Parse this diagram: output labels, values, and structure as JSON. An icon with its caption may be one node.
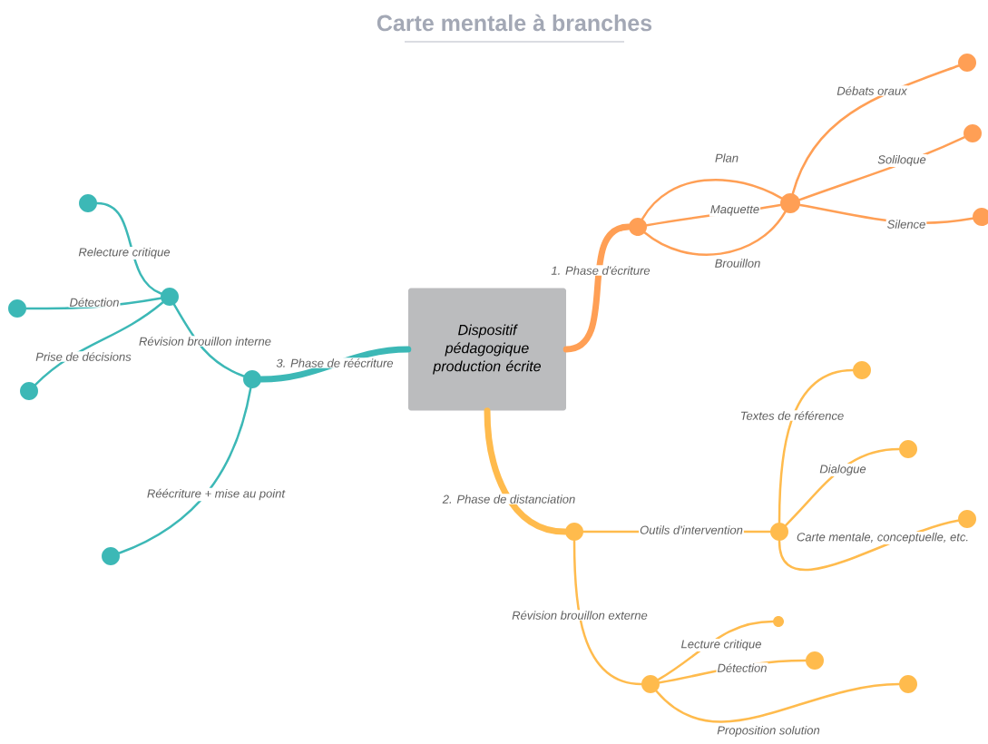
{
  "diagram": {
    "title": "Carte mentale à branches",
    "nodes": [
      {
        "text": [
          "Dispositif pédagogique production écrite"
        ]
      },
      {
        "text": [],
        "shape": "circle"
      },
      {
        "text": [],
        "shape": "circle"
      },
      {
        "text": [],
        "shape": "circle"
      },
      {
        "text": [],
        "shape": "circle"
      },
      {
        "text": [],
        "shape": "circle"
      },
      {
        "text": [],
        "shape": "circle"
      },
      {
        "text": [],
        "shape": "circle"
      },
      {
        "text": [],
        "shape": "circle"
      },
      {
        "text": [],
        "shape": "circle"
      },
      {
        "text": [],
        "shape": "circle"
      },
      {
        "text": [],
        "shape": "circle"
      },
      {
        "text": [],
        "shape": "circle"
      },
      {
        "text": [],
        "shape": "circle"
      },
      {
        "text": [],
        "shape": "circle"
      },
      {
        "text": [],
        "shape": "circle"
      },
      {
        "text": [],
        "shape": "circle"
      },
      {
        "text": [],
        "shape": "circle"
      },
      {
        "text": [],
        "shape": "circle"
      },
      {
        "text": [],
        "shape": "circle"
      },
      {
        "text": [],
        "shape": "circle"
      }
    ],
    "edges": [
      {
        "from": 0,
        "to": 1,
        "arrow": "none",
        "label": "1. Phase d'écriture",
        "style": "thick",
        "color": "#ff9f55"
      },
      {
        "from": 1,
        "to": 2,
        "arrow": "none",
        "label": "Plan",
        "color": "#ff9f55"
      },
      {
        "from": 1,
        "to": 2,
        "arrow": "none",
        "label": "Maquette",
        "color": "#ff9f55"
      },
      {
        "from": 1,
        "to": 2,
        "arrow": "none",
        "label": "Brouillon",
        "color": "#ff9f55"
      },
      {
        "from": 2,
        "to": 3,
        "arrow": "none",
        "label": "Débats oraux",
        "color": "#ff9f55"
      },
      {
        "from": 2,
        "to": 4,
        "arrow": "none",
        "label": "Soliloque",
        "color": "#ff9f55"
      },
      {
        "from": 2,
        "to": 5,
        "arrow": "none",
        "label": "Silence",
        "color": "#ff9f55"
      },
      {
        "from": 0,
        "to": 6,
        "arrow": "none",
        "label": "2. Phase de distanciation",
        "style": "thick"
      },
      {
        "from": 6,
        "to": 7,
        "arrow": "none",
        "label": "Outils d'intervention"
      },
      {
        "from": 7,
        "to": 8,
        "arrow": "none",
        "label": "Textes de référence"
      },
      {
        "from": 7,
        "to": 9,
        "arrow": "none",
        "label": "Dialogue"
      },
      {
        "from": 7,
        "to": 10,
        "arrow": "none",
        "label": "Carte mentale, conceptuelle, etc."
      },
      {
        "from": 6,
        "to": 11,
        "arrow": "none",
        "label": "Révision brouillon externe"
      },
      {
        "from": 11,
        "to": 12,
        "arrow": "none",
        "label": "Lecture critique"
      },
      {
        "from": 11,
        "to": 13,
        "arrow": "none",
        "label": "Détection"
      },
      {
        "from": 11,
        "to": 14,
        "arrow": "none",
        "label": "Proposition solution"
      },
      {
        "from": 0,
        "to": 15,
        "arrow": "none",
        "label": "3. Phase de réécriture",
        "style": "thick",
        "color": "#3cb8b6"
      },
      {
        "from": 15,
        "to": 16,
        "arrow": "none",
        "label": "Révision brouillon interne",
        "color": "#3cb8b6"
      },
      {
        "from": 16,
        "to": 17,
        "arrow": "none",
        "label": "Relecture critique",
        "color": "#3cb8b6"
      },
      {
        "from": 16,
        "to": 18,
        "arrow": "none",
        "label": "Détection",
        "color": "#3cb8b6"
      },
      {
        "from": 16,
        "to": 19,
        "arrow": "none",
        "label": "Prise de décisions",
        "color": "#3cb8b6"
      },
      {
        "from": 15,
        "to": 20,
        "arrow": "none",
        "label": "Réécriture + mise au point",
        "color": "#3cb8b6"
      }
    ]
  }
}
